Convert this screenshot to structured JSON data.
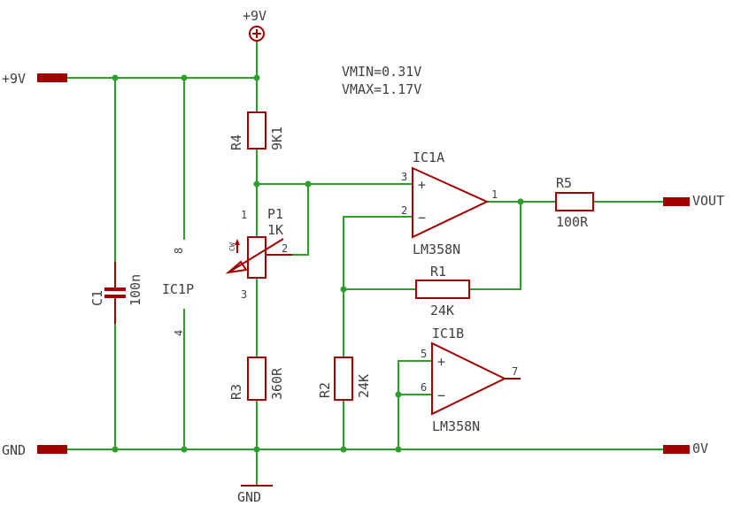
{
  "labels": {
    "supply_top": "+9V",
    "vin_left": "+9V",
    "gnd_left": "GND",
    "gnd_bottom": "GND",
    "zero_right": "0V",
    "vout": "VOUT",
    "vmin": "VMIN=0.31V",
    "vmax": "VMAX=1.17V"
  },
  "components": {
    "r4": {
      "name": "R4",
      "value": "9K1"
    },
    "r3": {
      "name": "R3",
      "value": "360R"
    },
    "r2": {
      "name": "R2",
      "value": "24K"
    },
    "r1": {
      "name": "R1",
      "value": "24K"
    },
    "r5": {
      "name": "R5",
      "value": "100R"
    },
    "c1": {
      "name": "C1",
      "value": "100n"
    },
    "p1": {
      "name": "P1",
      "value": "1K",
      "pin1": "1",
      "pin2": "2",
      "pin3": "3",
      "mark": "CW"
    },
    "ic1p": {
      "name": "IC1P",
      "pin8": "8",
      "pin4": "4"
    },
    "ic1a": {
      "name": "IC1A",
      "type": "LM358N",
      "pin_plus": "3",
      "pin_minus": "2",
      "pin_out": "1",
      "plus": "+",
      "minus": "−"
    },
    "ic1b": {
      "name": "IC1B",
      "type": "LM358N",
      "pin_plus": "5",
      "pin_minus": "6",
      "pin_out": "7",
      "plus": "+",
      "minus": "−"
    }
  }
}
